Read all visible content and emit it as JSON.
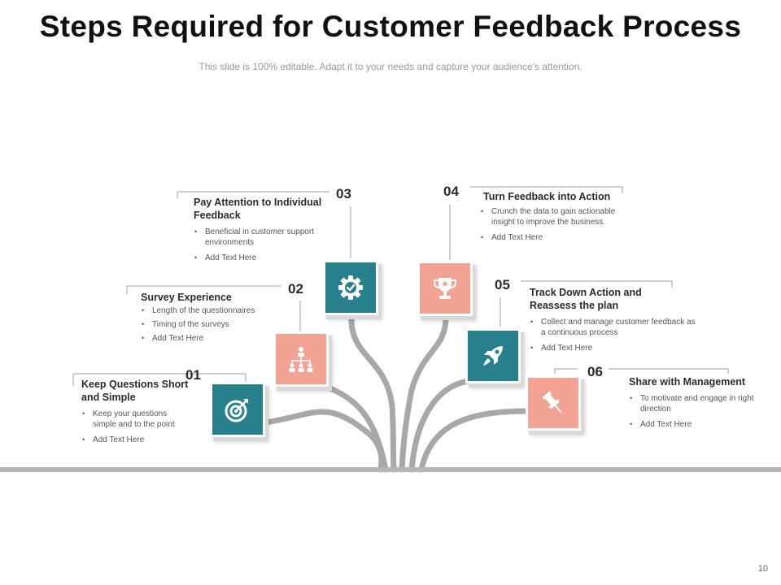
{
  "slide": {
    "title": "Steps Required for Customer Feedback Process",
    "subtitle": "This slide is 100% editable. Adapt it to your needs and capture your audience's attention.",
    "page_number": "10"
  },
  "colors": {
    "teal": "#27808c",
    "salmon": "#f2a393",
    "trunk": "#a8a8a8",
    "ground": "#b5b5b5",
    "leader_line": "#a0a0a0"
  },
  "steps": [
    {
      "number": "01",
      "title": "Keep Questions Short and Simple",
      "bullets": [
        "Keep your questions simple and to the point",
        "Add Text Here"
      ],
      "icon": "target-icon",
      "tile_color": "teal"
    },
    {
      "number": "02",
      "title": "Survey Experience",
      "bullets": [
        "Length of the questionnaires",
        "Timing of the surveys",
        "Add Text Here"
      ],
      "icon": "org-chart-icon",
      "tile_color": "salmon"
    },
    {
      "number": "03",
      "title": "Pay Attention to Individual Feedback",
      "bullets": [
        "Beneficial in customer support environments",
        "Add Text Here"
      ],
      "icon": "gear-check-icon",
      "tile_color": "teal"
    },
    {
      "number": "04",
      "title": "Turn Feedback into Action",
      "bullets": [
        "Crunch the data to gain actionable insight to improve the business.",
        "Add Text Here"
      ],
      "icon": "trophy-icon",
      "tile_color": "salmon"
    },
    {
      "number": "05",
      "title": "Track  Down Action and Reassess  the plan",
      "bullets": [
        "Collect and manage customer feedback as a continuous process",
        "Add Text Here"
      ],
      "icon": "rocket-icon",
      "tile_color": "teal"
    },
    {
      "number": "06",
      "title": "Share with Management",
      "bullets": [
        "To motivate and engage in right direction",
        "Add Text Here"
      ],
      "icon": "pushpin-icon",
      "tile_color": "salmon"
    }
  ]
}
